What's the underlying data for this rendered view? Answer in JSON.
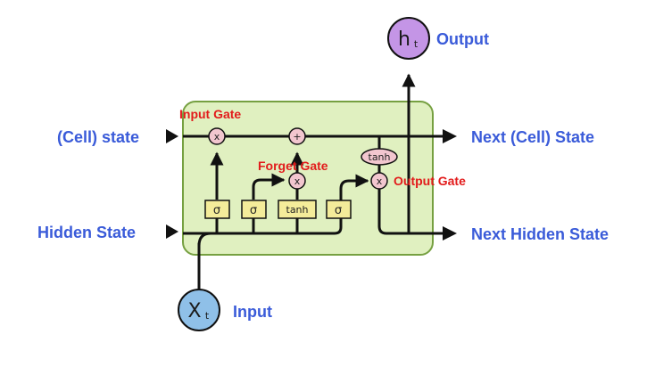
{
  "labels": {
    "cell_state_in": "(Cell) state",
    "hidden_state_in": "Hidden State",
    "next_cell_state": "Next (Cell) State",
    "next_hidden_state": "Next Hidden State",
    "input": "Input",
    "output": "Output"
  },
  "gates": {
    "input_gate": "Input Gate",
    "forget_gate": "Forget Gate",
    "output_gate": "Output Gate"
  },
  "ops": {
    "multiply": "x",
    "add": "+",
    "sigma": "σ",
    "tanh": "tanh"
  },
  "nodes": {
    "h_main": "h",
    "h_sub": "t",
    "x_main": "X",
    "x_sub": "t"
  },
  "colors": {
    "cell_fill": "#e0f0c0",
    "cell_border": "#76a041",
    "op_fill": "#f2c6cf",
    "gate_fill": "#f4ec9a",
    "h_node_fill": "#c495e6",
    "x_node_fill": "#8fc0e8"
  }
}
